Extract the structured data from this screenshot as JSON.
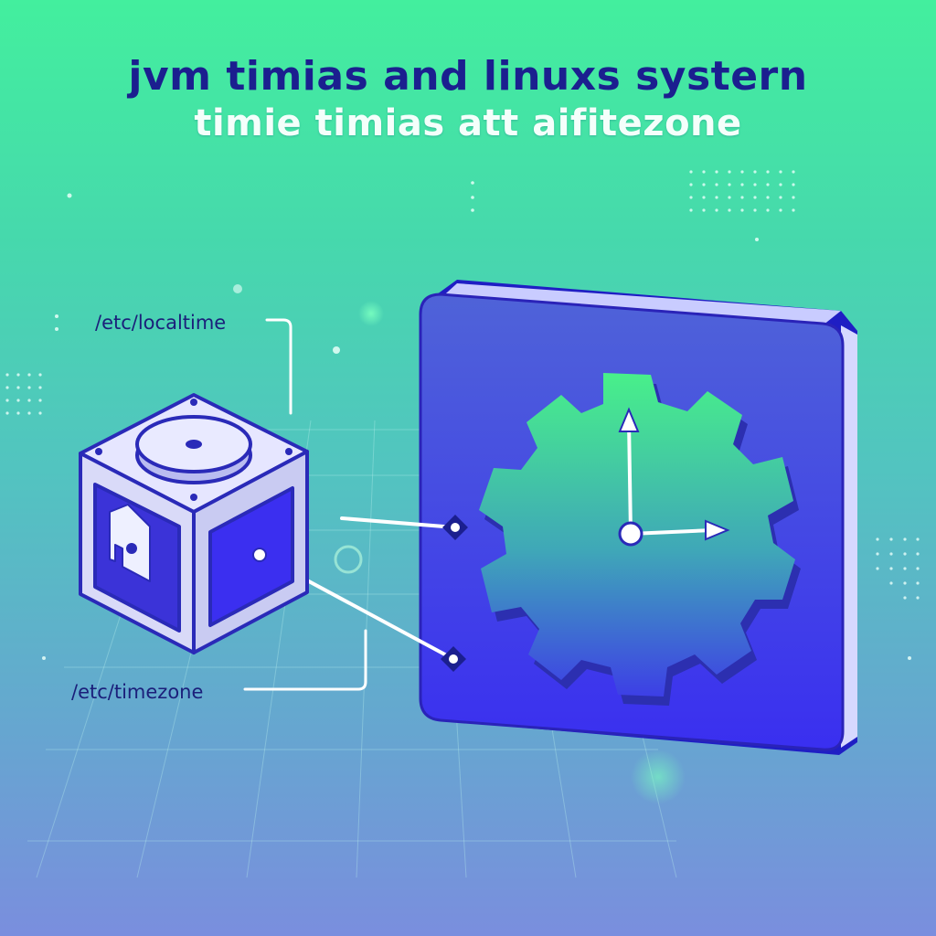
{
  "header": {
    "title": "jvm timias and linuxs systern",
    "subtitle": "timie timias att aifitezone"
  },
  "labels": {
    "localtime": "/etc/localtime",
    "timezone": "/etc/timezone"
  },
  "colors": {
    "background_top": "#43ef9e",
    "background_bottom": "#7a8ede",
    "title": "#1b1f8f",
    "subtitle": "#f4fffb",
    "panel": "#3f35e0",
    "gear": "#46ea8e",
    "cube_face": "#e6e6ff",
    "cube_outline": "#2a2ab8"
  },
  "icons": [
    "server-cube-icon",
    "disk-icon",
    "folder-icon",
    "clock-gear-icon",
    "clock-hands-icon",
    "connector-dot-icon"
  ]
}
